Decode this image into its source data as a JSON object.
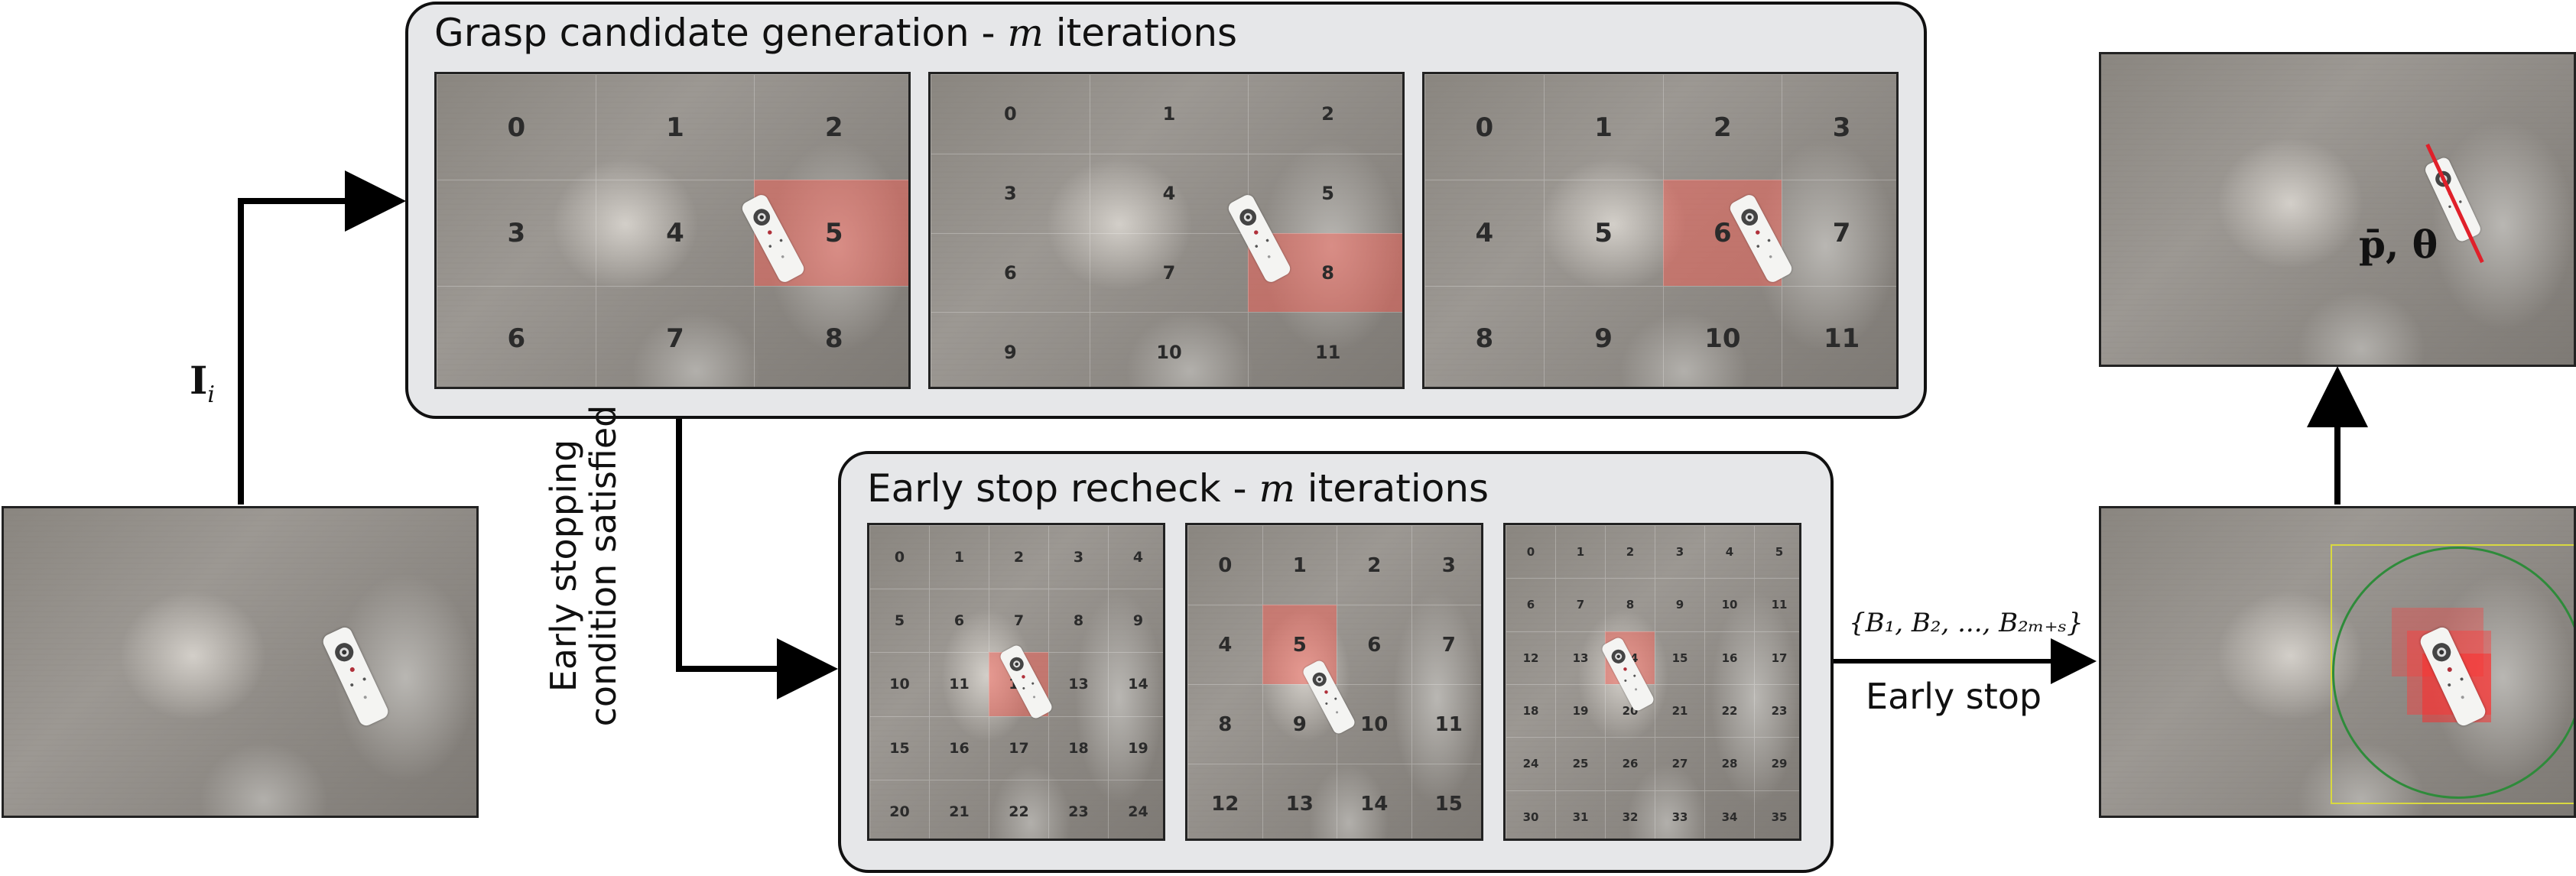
{
  "grasp_box": {
    "title_prefix": "Grasp candidate generation - ",
    "title_var": "m",
    "title_suffix": " iterations",
    "panels": [
      {
        "cols": 3,
        "rows": 3,
        "labels": [
          "0",
          "1",
          "2",
          "3",
          "4",
          "5",
          "6",
          "7",
          "8"
        ],
        "highlight": 5
      },
      {
        "cols": 3,
        "rows": 4,
        "labels": [
          "0",
          "1",
          "2",
          "3",
          "4",
          "5",
          "6",
          "7",
          "8",
          "9",
          "10",
          "11"
        ],
        "highlight": 8
      },
      {
        "cols": 4,
        "rows": 3,
        "labels": [
          "0",
          "1",
          "2",
          "3",
          "4",
          "5",
          "6",
          "7",
          "8",
          "9",
          "10",
          "11"
        ],
        "highlight": 6
      }
    ]
  },
  "recheck_box": {
    "title_prefix": "Early stop recheck - ",
    "title_var": "m",
    "title_suffix": " iterations",
    "panels": [
      {
        "cols": 5,
        "rows": 5,
        "labels": [
          "0",
          "1",
          "2",
          "3",
          "4",
          "5",
          "6",
          "7",
          "8",
          "9",
          "10",
          "11",
          "12",
          "13",
          "14",
          "15",
          "16",
          "17",
          "18",
          "19",
          "20",
          "21",
          "22",
          "23",
          "24"
        ],
        "highlight": 12
      },
      {
        "cols": 4,
        "rows": 4,
        "labels": [
          "0",
          "1",
          "2",
          "3",
          "4",
          "5",
          "6",
          "7",
          "8",
          "9",
          "10",
          "11",
          "12",
          "13",
          "14",
          "15"
        ],
        "highlight": 5
      },
      {
        "cols": 6,
        "rows": 6,
        "labels": [
          "0",
          "1",
          "2",
          "3",
          "4",
          "5",
          "6",
          "7",
          "8",
          "9",
          "10",
          "11",
          "12",
          "13",
          "14",
          "15",
          "16",
          "17",
          "18",
          "19",
          "20",
          "21",
          "22",
          "23",
          "24",
          "25",
          "26",
          "27",
          "28",
          "29",
          "30",
          "31",
          "32",
          "33",
          "34",
          "35"
        ],
        "highlight": 14
      }
    ]
  },
  "input_label": "I",
  "input_subscript": "i",
  "early_stopping_label_line1": "Early stopping",
  "early_stopping_label_line2": "condition satisfied",
  "boxes_set_label": "{B₁, B₂, ..., B₂ₘ₊ₛ}",
  "early_stop_label": "Early stop",
  "output_label": "p̄, θ",
  "colors": {
    "highlight": "#ff5a50",
    "arrow": "#000000",
    "box_fill": "#e6e7e9",
    "grasp_line": "#e0202a",
    "circle": "#2e8b3a",
    "rect": "#d8d840"
  }
}
